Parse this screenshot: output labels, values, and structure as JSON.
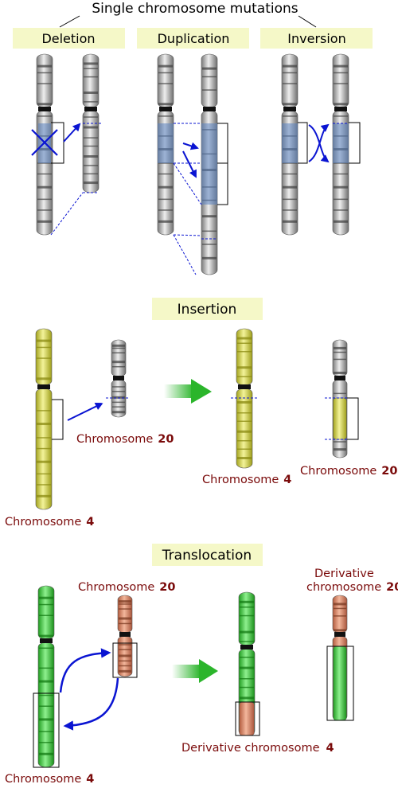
{
  "title": "Single chromosome mutations",
  "panels": {
    "deletion": "Deletion",
    "duplication": "Duplication",
    "inversion": "Inversion"
  },
  "insertion": {
    "heading": "Insertion",
    "label_chr20_before": "Chromosome",
    "label_chr20_before_num": "20",
    "label_chr4_before": "Chromosome",
    "label_chr4_before_num": "4",
    "label_chr4_after": "Chromosome",
    "label_chr4_after_num": "4",
    "label_chr20_after": "Chromosome",
    "label_chr20_after_num": "20"
  },
  "translocation": {
    "heading": "Translocation",
    "label_chr20": "Chromosome",
    "label_chr20_num": "20",
    "label_chr4": "Chromosome",
    "label_chr4_num": "4",
    "label_deriv20_line1": "Derivative",
    "label_deriv20_line2": "chromosome",
    "label_deriv20_num": "20",
    "label_deriv4": "Derivative chromosome",
    "label_deriv4_num": "4"
  },
  "colors": {
    "label_bg": "#f5f8c8",
    "label_text": "#7a0a0a",
    "gray_chromosome": "#b4b4b4",
    "yellow_chromosome": "#d6d65a",
    "green_chromosome": "#4ccf4c",
    "salmon_chromosome": "#e08a68",
    "highlight_blue": "#5a82c0",
    "arrow_blue": "#0a14d2",
    "arrow_green": "#2bb52b"
  }
}
